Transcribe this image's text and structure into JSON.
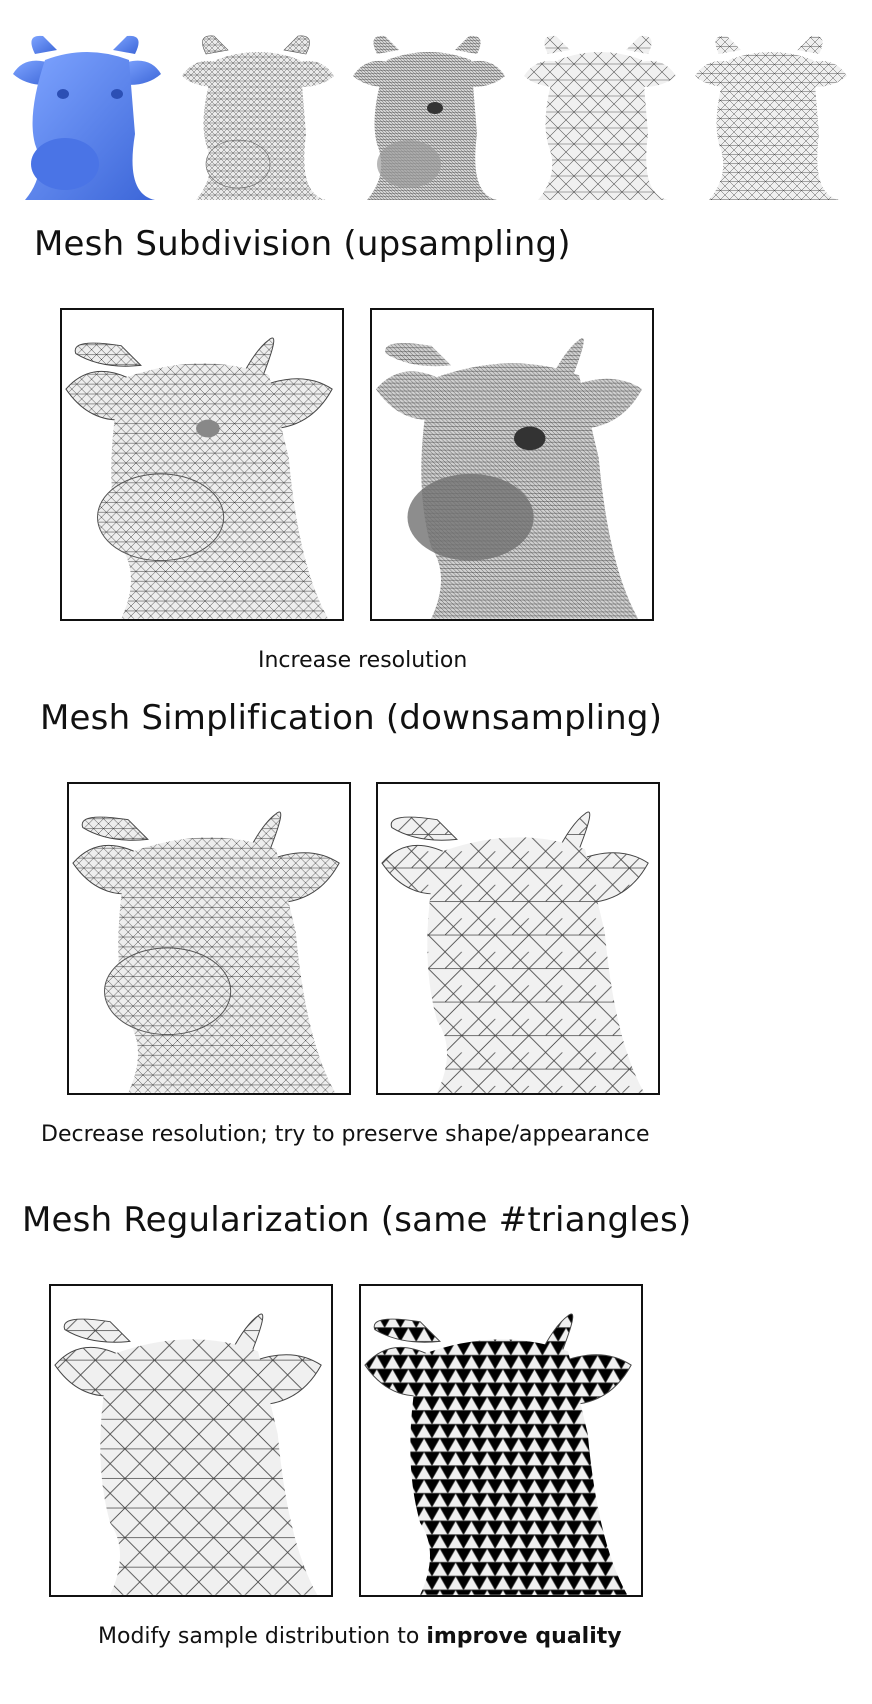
{
  "sections": {
    "subdivision": {
      "title": "Mesh Subdivision (upsampling)",
      "caption": "Increase resolution"
    },
    "simplification": {
      "title": "Mesh Simplification (downsampling)",
      "caption": "Decrease resolution; try to preserve shape/appearance"
    },
    "regularization": {
      "title": "Mesh Regularization (same #triangles)",
      "caption_plain": "Modify sample distribution to ",
      "caption_bold": "improve quality"
    }
  },
  "colors": {
    "smooth_shading": "#5b86f0",
    "mesh_line": "#222222",
    "mesh_fill": "#e9e9e9",
    "frame": "#111111"
  },
  "icons": {
    "smooth_cow": "cow-head-smooth-blue",
    "wire_cow": "cow-head-wireframe"
  }
}
